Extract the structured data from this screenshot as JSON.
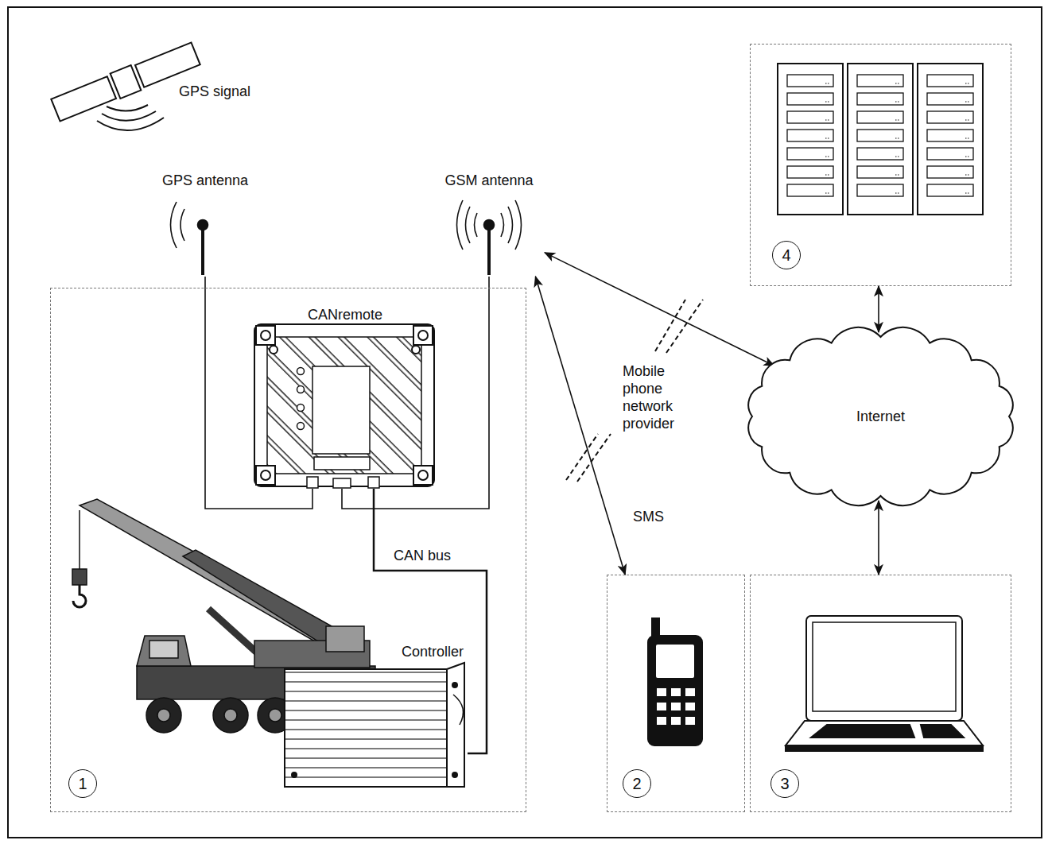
{
  "diagram": {
    "nodes": [
      {
        "text": [
          "1"
        ]
      },
      {
        "text": [
          "CANremote"
        ],
        "in": 0
      },
      {
        "text": [
          "Controller"
        ],
        "in": 0
      },
      {
        "text": [
          "GPS antenna"
        ]
      },
      {
        "text": [
          "GSM antenna"
        ]
      },
      {
        "text": [
          "Internet"
        ]
      },
      {
        "text": [
          "2"
        ]
      },
      {
        "text": [
          "3"
        ]
      },
      {
        "text": [
          "4"
        ]
      }
    ],
    "edges": [
      {
        "from": 3,
        "to": 1,
        "arrow": "none"
      },
      {
        "from": 4,
        "to": 1,
        "arrow": "none"
      },
      {
        "from": 1,
        "to": 2,
        "label": "CAN bus",
        "arrow": "none"
      },
      {
        "from": 4,
        "to": 5,
        "arrow": "both"
      },
      {
        "from": 4,
        "to": 6,
        "label": "SMS",
        "arrow": "both"
      },
      {
        "from": 5,
        "to": 8,
        "arrow": "both"
      },
      {
        "from": 5,
        "to": 7,
        "arrow": "both"
      }
    ],
    "labels": [
      "GPS signal",
      "Mobile phone network provider"
    ]
  }
}
